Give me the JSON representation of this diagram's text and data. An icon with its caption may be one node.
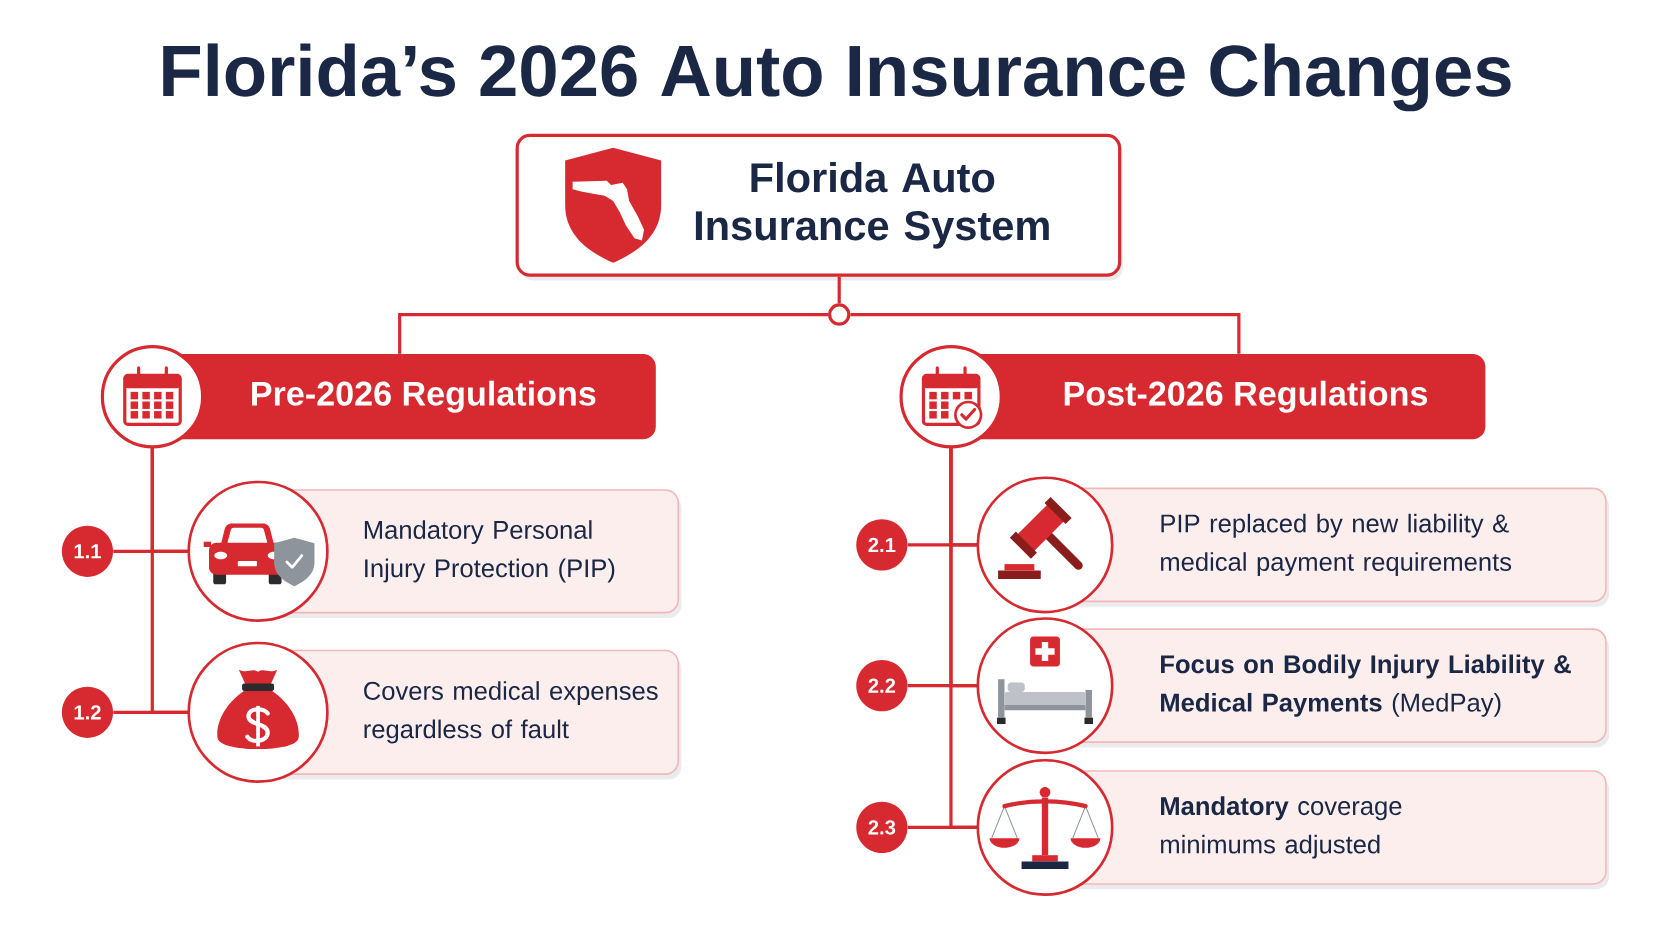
{
  "diagram": {
    "title": "Florida’s 2026 Auto Insurance Changes",
    "nodes": [
      {
        "text": [
          "Florida Auto Insurance System"
        ]
      },
      {
        "text": [],
        "shape": "circle"
      },
      {
        "text": [
          "Pre-2026 Regulations"
        ]
      },
      {
        "text": [
          "Post-2026 Regulations"
        ]
      },
      {
        "text": [
          "1.1"
        ]
      },
      {
        "text": [
          "Mandatory Personal Injury Protection (PIP)"
        ]
      },
      {
        "text": [
          "1.2"
        ]
      },
      {
        "text": [
          "Covers medical expenses regardless of fault"
        ]
      },
      {
        "text": [
          "2.1"
        ]
      },
      {
        "text": [
          "PIP replaced by new liability & medical payment requirements"
        ]
      },
      {
        "text": [
          "2.2"
        ]
      },
      {
        "text": [
          "**Focus on Bodily Injury Liability & Medical Payments** (MedPay)"
        ]
      },
      {
        "text": [
          "2.3"
        ]
      },
      {
        "text": [
          "**Mandatory** coverage minimums adjusted"
        ]
      }
    ],
    "edges": [
      {
        "from": 0,
        "to": 1,
        "arrow": "none"
      },
      {
        "from": 1,
        "to": 2,
        "arrow": "none"
      },
      {
        "from": 1,
        "to": 3,
        "arrow": "none"
      },
      {
        "from": 2,
        "to": 5,
        "arrow": "none"
      },
      {
        "from": 2,
        "to": 7,
        "arrow": "none"
      },
      {
        "from": 4,
        "to": 5,
        "arrow": "none"
      },
      {
        "from": 6,
        "to": 7,
        "arrow": "none"
      },
      {
        "from": 3,
        "to": 9,
        "arrow": "none"
      },
      {
        "from": 3,
        "to": 11,
        "arrow": "none"
      },
      {
        "from": 3,
        "to": 13,
        "arrow": "none"
      },
      {
        "from": 8,
        "to": 9,
        "arrow": "none"
      },
      {
        "from": 10,
        "to": 11,
        "arrow": "none"
      },
      {
        "from": 12,
        "to": 13,
        "arrow": "none"
      }
    ]
  }
}
